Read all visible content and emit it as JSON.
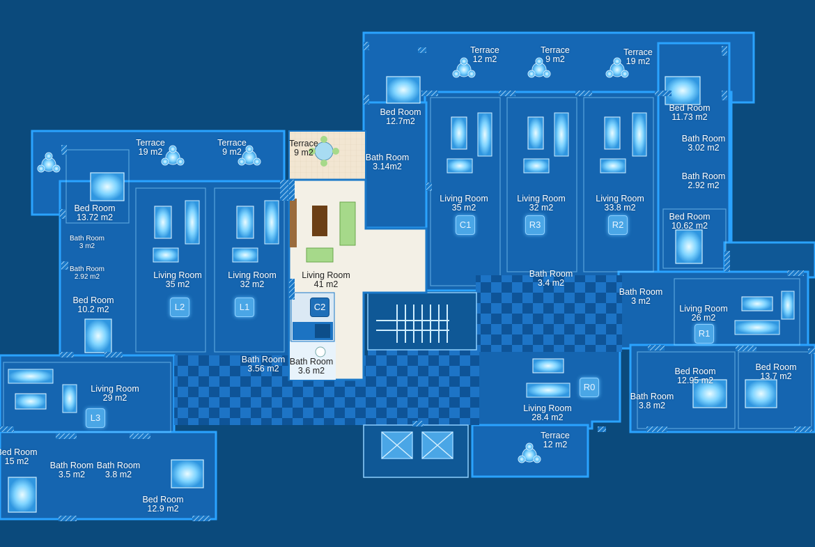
{
  "units": [
    {
      "id": "L3",
      "label": "L3"
    },
    {
      "id": "L2",
      "label": "L2"
    },
    {
      "id": "L1",
      "label": "L1"
    },
    {
      "id": "C2",
      "label": "C2",
      "selected": true
    },
    {
      "id": "C1",
      "label": "C1"
    },
    {
      "id": "R3",
      "label": "R3"
    },
    {
      "id": "R2",
      "label": "R2"
    },
    {
      "id": "R1",
      "label": "R1"
    },
    {
      "id": "R0",
      "label": "R0"
    }
  ],
  "rooms": [
    {
      "name": "Terrace",
      "area": "19 m2"
    },
    {
      "name": "Terrace",
      "area": "9 m2"
    },
    {
      "name": "Terrace",
      "area": "9 m2"
    },
    {
      "name": "Terrace",
      "area": "12 m2"
    },
    {
      "name": "Terrace",
      "area": "9 m2"
    },
    {
      "name": "Terrace",
      "area": "19 m2"
    },
    {
      "name": "Bed Room",
      "area": "12.7m2"
    },
    {
      "name": "Bed Room",
      "area": "11.73 m2"
    },
    {
      "name": "Bath Room",
      "area": "3.14m2"
    },
    {
      "name": "Bath Room",
      "area": "3.02 m2"
    },
    {
      "name": "Bath Room",
      "area": "2.92 m2"
    },
    {
      "name": "Living Room",
      "area": "35 m2"
    },
    {
      "name": "Living Room",
      "area": "32 m2"
    },
    {
      "name": "Living Room",
      "area": "33.8 m2"
    },
    {
      "name": "Bed Room",
      "area": "10.62 m2"
    },
    {
      "name": "Bed Room",
      "area": "13.72 m2"
    },
    {
      "name": "Bath Room",
      "area": "3 m2"
    },
    {
      "name": "Bath Room",
      "area": "2.92 m2"
    },
    {
      "name": "Bed Room",
      "area": "10.2 m2"
    },
    {
      "name": "Living Room",
      "area": "35 m2"
    },
    {
      "name": "Living Room",
      "area": "32 m2"
    },
    {
      "name": "Living Room",
      "area": "41 m2"
    },
    {
      "name": "Bath Room",
      "area": "3.4 m2"
    },
    {
      "name": "Bath Room",
      "area": "3 m2"
    },
    {
      "name": "Living Room",
      "area": "26 m2"
    },
    {
      "name": "Bath Room",
      "area": "3.56 m2"
    },
    {
      "name": "Bath Room",
      "area": "3.6 m2"
    },
    {
      "name": "Living Room",
      "area": "29 m2"
    },
    {
      "name": "Bed Room",
      "area": "12.95 m2"
    },
    {
      "name": "Bed Room",
      "area": "13.7 m2"
    },
    {
      "name": "Bath Room",
      "area": "3.8 m2"
    },
    {
      "name": "Living Room",
      "area": "28.4 m2"
    },
    {
      "name": "Terrace",
      "area": "12 m2"
    },
    {
      "name": "Bed Room",
      "area": "15 m2"
    },
    {
      "name": "Bath Room",
      "area": "3.5 m2"
    },
    {
      "name": "Bath Room",
      "area": "3.8 m2"
    },
    {
      "name": "Bed Room",
      "area": "12.9 m2"
    }
  ],
  "colors": {
    "background": "#0b4a7c",
    "wall": "#2aa3ff",
    "floor": "#1565b0",
    "floor_dark": "#0f5896",
    "selected_floor": "#f3f0e6",
    "selected_terrace": "#f2e6d2",
    "glow": "#7fd4ff",
    "checker_a": "#1c6fc0",
    "checker_b": "#0d4f92"
  }
}
